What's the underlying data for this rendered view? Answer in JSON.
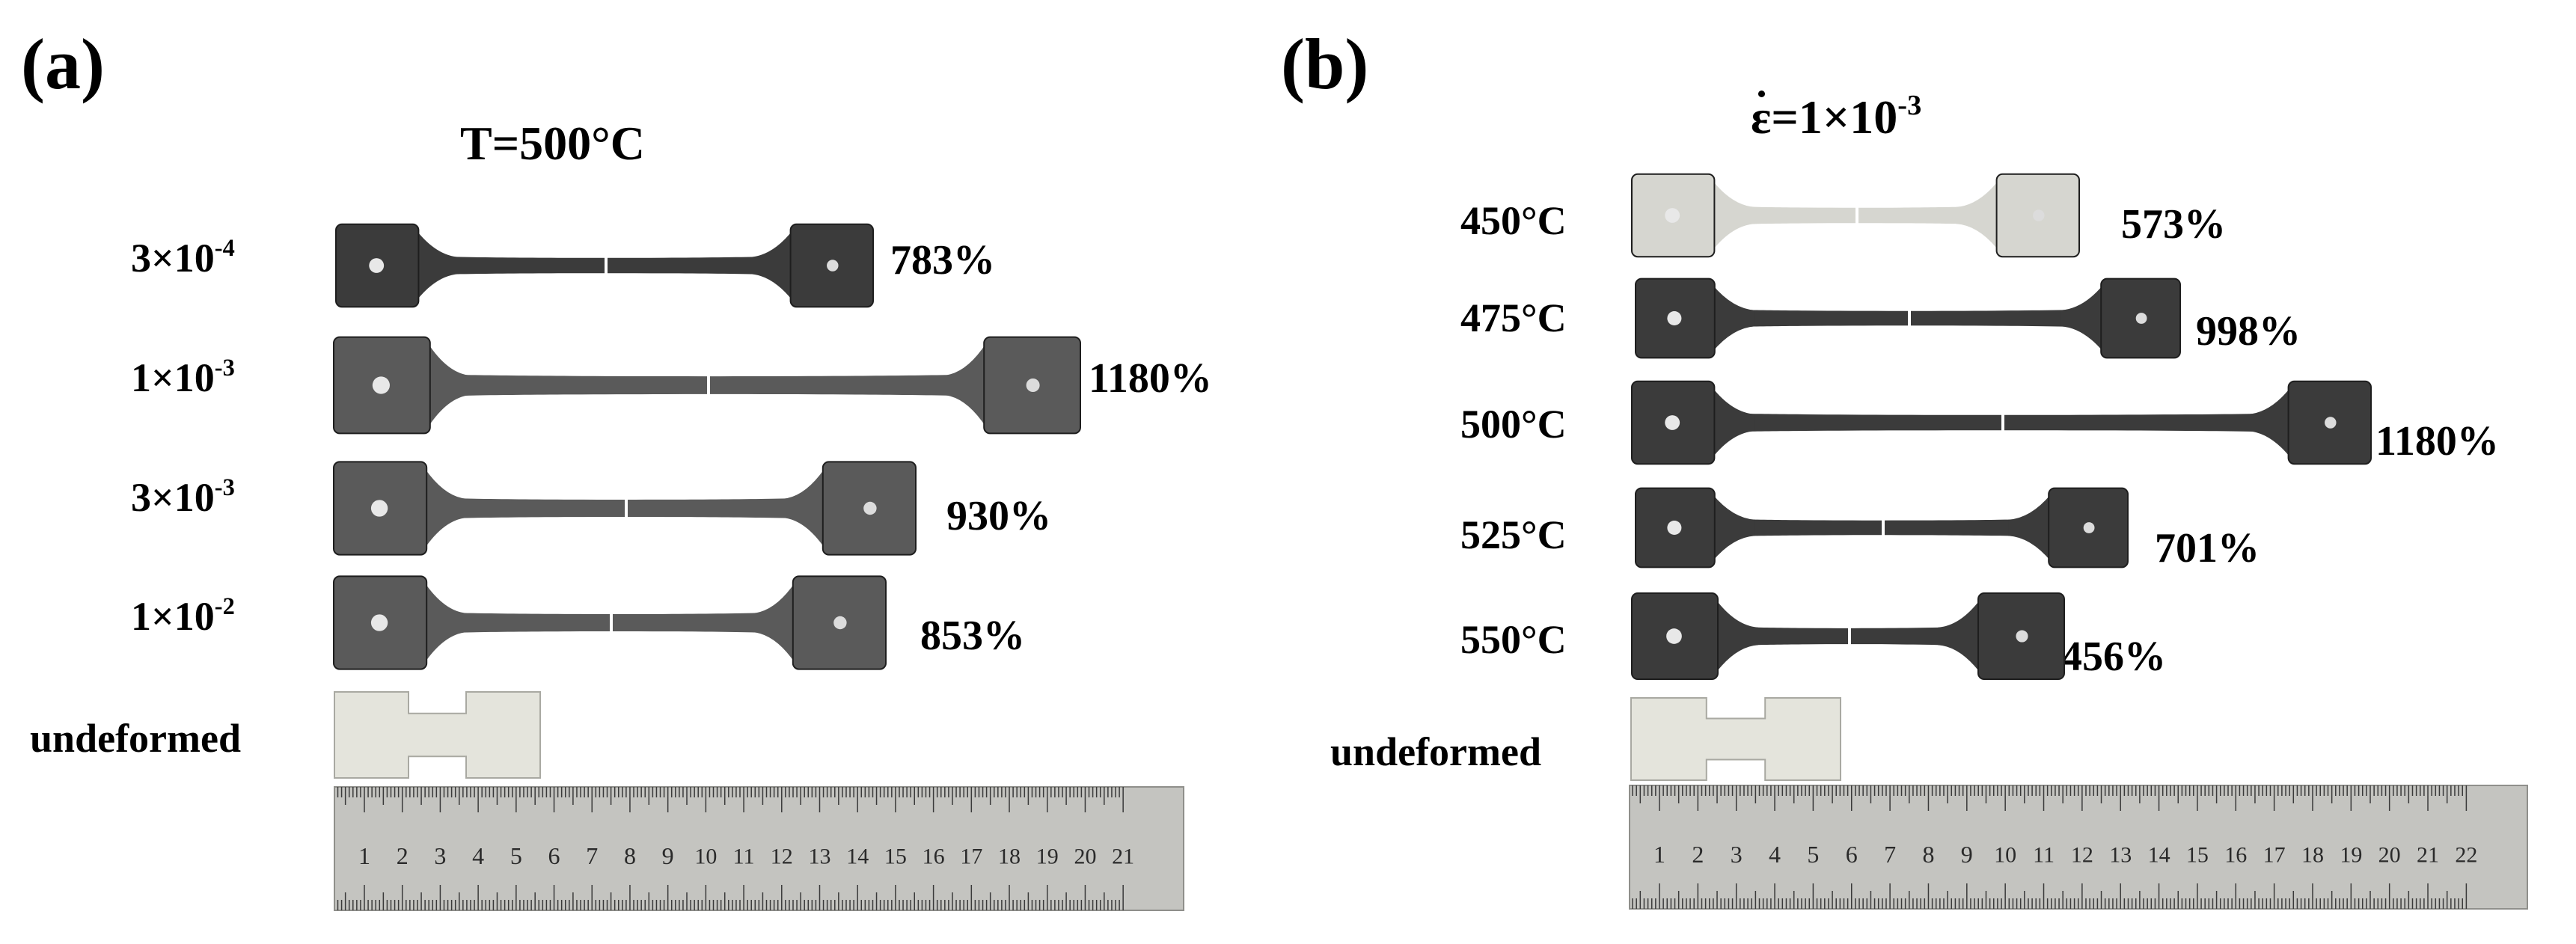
{
  "panels": [
    {
      "letter": "(a)",
      "title_main": "T=500°C",
      "rows": [
        {
          "label_base": "3×10",
          "label_exp": "-4",
          "elongation": "783%",
          "tone": "dark"
        },
        {
          "label_base": "1×10",
          "label_exp": "-3",
          "elongation": "1180%",
          "tone": "mid"
        },
        {
          "label_base": "3×10",
          "label_exp": "-3",
          "elongation": "930%",
          "tone": "mid"
        },
        {
          "label_base": "1×10",
          "label_exp": "-2",
          "elongation": "853%",
          "tone": "mid"
        }
      ],
      "undeformed_label": "undeformed",
      "ruler_numbers": [
        "1",
        "2",
        "3",
        "4",
        "5",
        "6",
        "7",
        "8",
        "9",
        "10",
        "11",
        "12",
        "13",
        "14",
        "15",
        "16",
        "17",
        "18",
        "19",
        "20",
        "21"
      ]
    },
    {
      "letter": "(b)",
      "title_symbol": "ε",
      "title_rest": "=1×10",
      "title_exp": "-3",
      "rows": [
        {
          "label": "450°C",
          "elongation": "573%",
          "tone": "light"
        },
        {
          "label": "475°C",
          "elongation": "998%",
          "tone": "dark"
        },
        {
          "label": "500°C",
          "elongation": "1180%",
          "tone": "dark"
        },
        {
          "label": "525°C",
          "elongation": "701%",
          "tone": "dark"
        },
        {
          "label": "550°C",
          "elongation": "456%",
          "tone": "dark"
        }
      ],
      "undeformed_label": "undeformed",
      "ruler_numbers": [
        "1",
        "2",
        "3",
        "4",
        "5",
        "6",
        "7",
        "8",
        "9",
        "10",
        "11",
        "12",
        "13",
        "14",
        "15",
        "16",
        "17",
        "18",
        "19",
        "20",
        "21",
        "22"
      ]
    }
  ],
  "colors": {
    "specimen_dark": "#3b3b3b",
    "specimen_mid": "#5a5a5a",
    "specimen_light": "#d6d6d0",
    "undeformed": "#e4e4dc",
    "ruler": "#c4c4c0"
  }
}
